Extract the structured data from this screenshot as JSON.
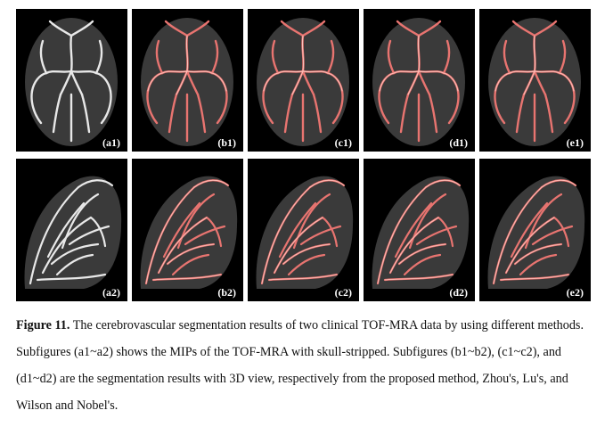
{
  "figure": {
    "rows": [
      {
        "view": "axial",
        "panels": [
          {
            "label": "(a1)",
            "style": "mip"
          },
          {
            "label": "(b1)",
            "style": "seg"
          },
          {
            "label": "(c1)",
            "style": "seg"
          },
          {
            "label": "(d1)",
            "style": "seg"
          },
          {
            "label": "(e1)",
            "style": "seg"
          }
        ]
      },
      {
        "view": "sagittal",
        "panels": [
          {
            "label": "(a2)",
            "style": "mip"
          },
          {
            "label": "(b2)",
            "style": "seg"
          },
          {
            "label": "(c2)",
            "style": "seg"
          },
          {
            "label": "(d2)",
            "style": "seg"
          },
          {
            "label": "(e2)",
            "style": "seg"
          }
        ]
      }
    ],
    "colors": {
      "mip_vessel": "#e8e8e8",
      "seg_vessel": "#e87470",
      "seg_highlight": "#ffc9c2",
      "brain_fill": "#3a3a3a"
    }
  },
  "caption": {
    "label": "Figure 11.",
    "text": " The cerebrovascular segmentation results of two clinical TOF-MRA data by using different methods. Subfigures (a1~a2) shows the MIPs of the TOF-MRA with skull-stripped. Subfigures (b1~b2), (c1~c2), and (d1~d2) are the segmentation results with 3D view, respectively from the proposed method, Zhou's, Lu's, and Wilson and Nobel's."
  }
}
